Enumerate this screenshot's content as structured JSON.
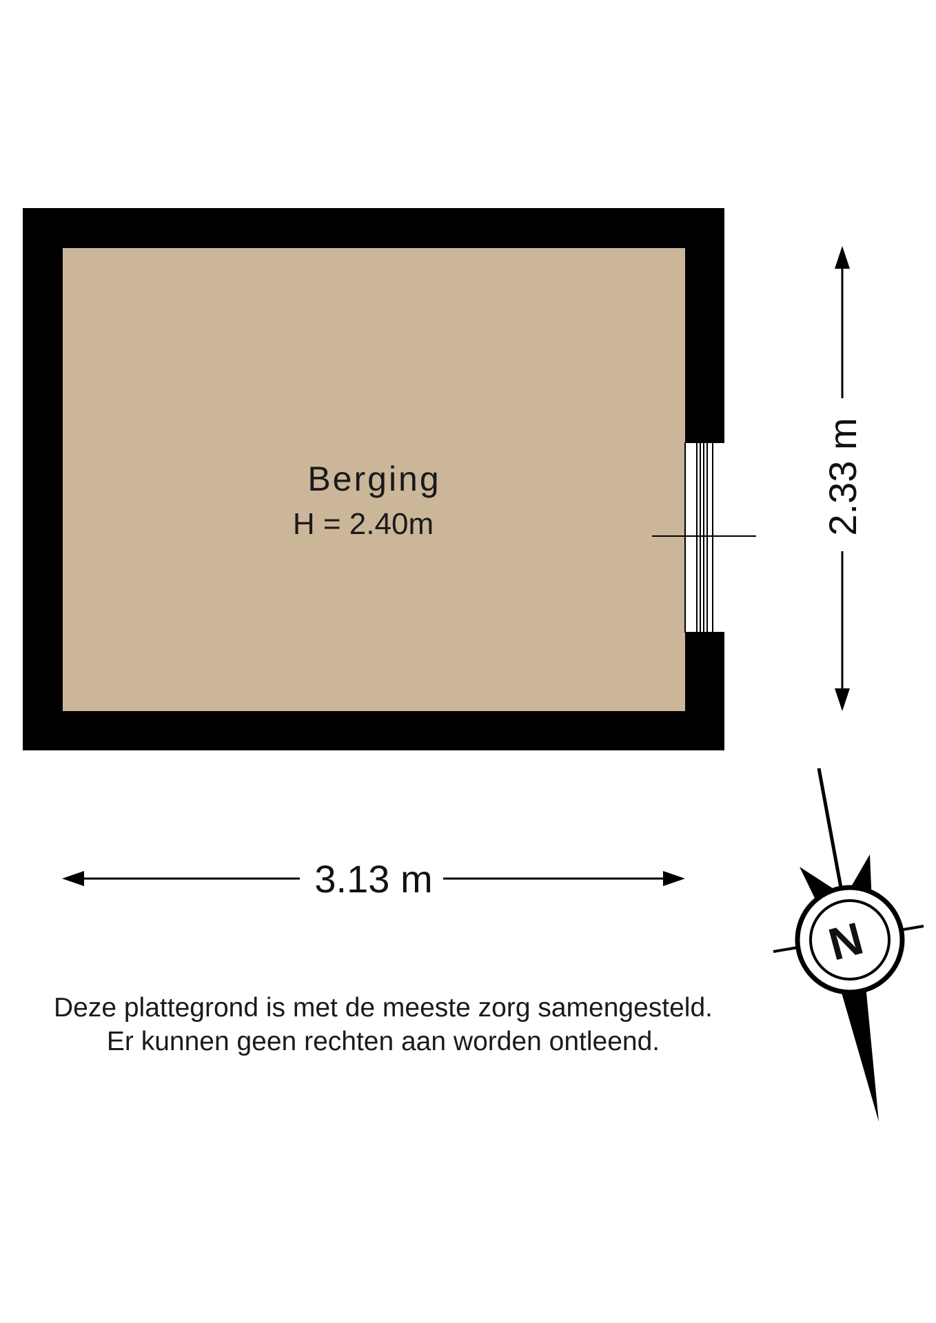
{
  "room": {
    "name": "Berging",
    "height_label": "H = 2.40m"
  },
  "dimensions": {
    "width_label": "3.13 m",
    "depth_label": "2.33 m"
  },
  "disclaimer": {
    "line1": "Deze plattegrond is met de meeste zorg samengesteld.",
    "line2": "Er kunnen geen rechten aan worden ontleend."
  },
  "compass": {
    "letter": "N",
    "icon": "north-arrow-icon"
  },
  "colors": {
    "wall": "#000000",
    "floor": "#cbb699",
    "text": "#1a1a1a"
  }
}
